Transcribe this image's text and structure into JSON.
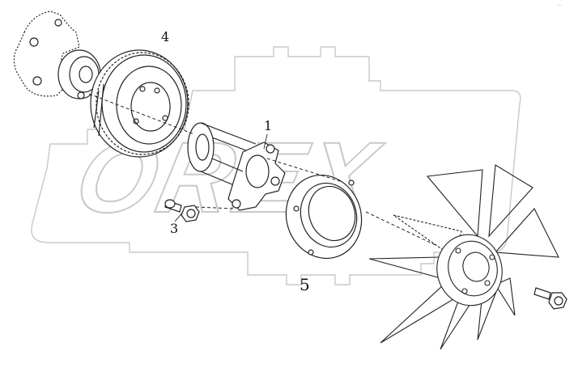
{
  "diagram": {
    "callouts": {
      "fan_drive_shaft": "1",
      "bolt_and_washer": "3",
      "pulley_assembly": "4",
      "spacer_ring": "5"
    },
    "watermark": "OREX",
    "corner_mark": "---"
  },
  "colors": {
    "line": "#222222",
    "watermark": "#c9c9c9",
    "background": "#ffffff"
  }
}
